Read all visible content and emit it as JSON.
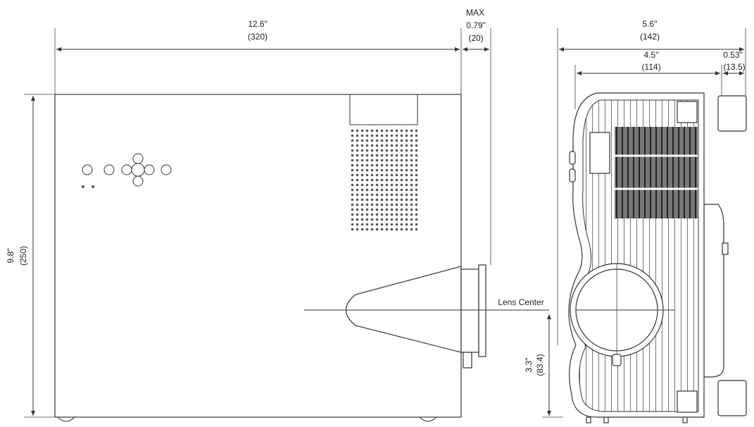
{
  "dimensions": {
    "width_in": "12.6\"",
    "width_mm": "(320)",
    "lens_max_label": "MAX",
    "lens_max_in": "0.79\"",
    "lens_max_mm": "(20)",
    "height_in": "9.8\"",
    "height_mm": "(250)",
    "depth_total_in": "5.6\"",
    "depth_total_mm": "(142)",
    "depth_body_in": "4.5\"",
    "depth_body_mm": "(114)",
    "depth_feet_in": "0.53\"",
    "depth_feet_mm": "(13.5)",
    "lens_height_in": "3.3\"",
    "lens_height_mm": "(83.4)"
  },
  "labels": {
    "lens_center": "Lens Center"
  }
}
